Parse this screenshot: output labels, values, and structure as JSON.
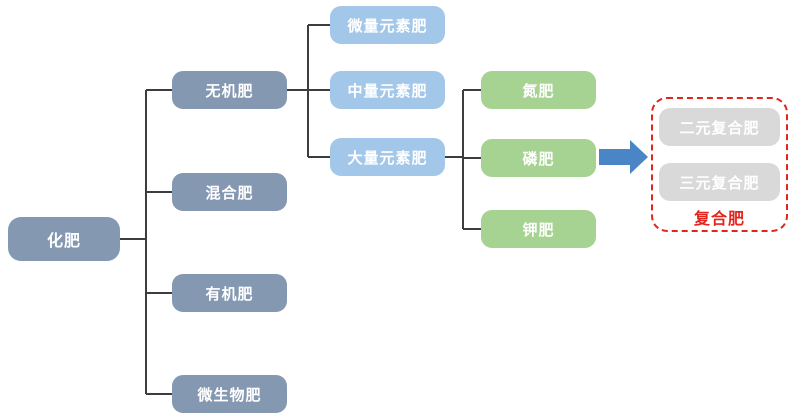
{
  "diagram": {
    "title": "fertilizer classification tree",
    "root": {
      "label": "化肥"
    },
    "level2": [
      {
        "label": "无机肥"
      },
      {
        "label": "混合肥"
      },
      {
        "label": "有机肥"
      },
      {
        "label": "微生物肥"
      }
    ],
    "level3": [
      {
        "label": "微量元素肥"
      },
      {
        "label": "中量元素肥"
      },
      {
        "label": "大量元素肥"
      }
    ],
    "level4": [
      {
        "label": "氮肥"
      },
      {
        "label": "磷肥"
      },
      {
        "label": "钾肥"
      }
    ],
    "compound_group": {
      "items": [
        {
          "label": "二元复合肥"
        },
        {
          "label": "三元复合肥"
        }
      ],
      "caption": "复合肥"
    },
    "colors": {
      "node_slate_blue": "#8498B1",
      "node_light_blue": "#A2C7E9",
      "node_green": "#A6D292",
      "node_gray": "#D9D9D9",
      "accent_red": "#E2251E",
      "arrow_blue": "#4A86C6",
      "connector_dark": "#3D3D3D",
      "background": "#FFFFFF"
    }
  }
}
